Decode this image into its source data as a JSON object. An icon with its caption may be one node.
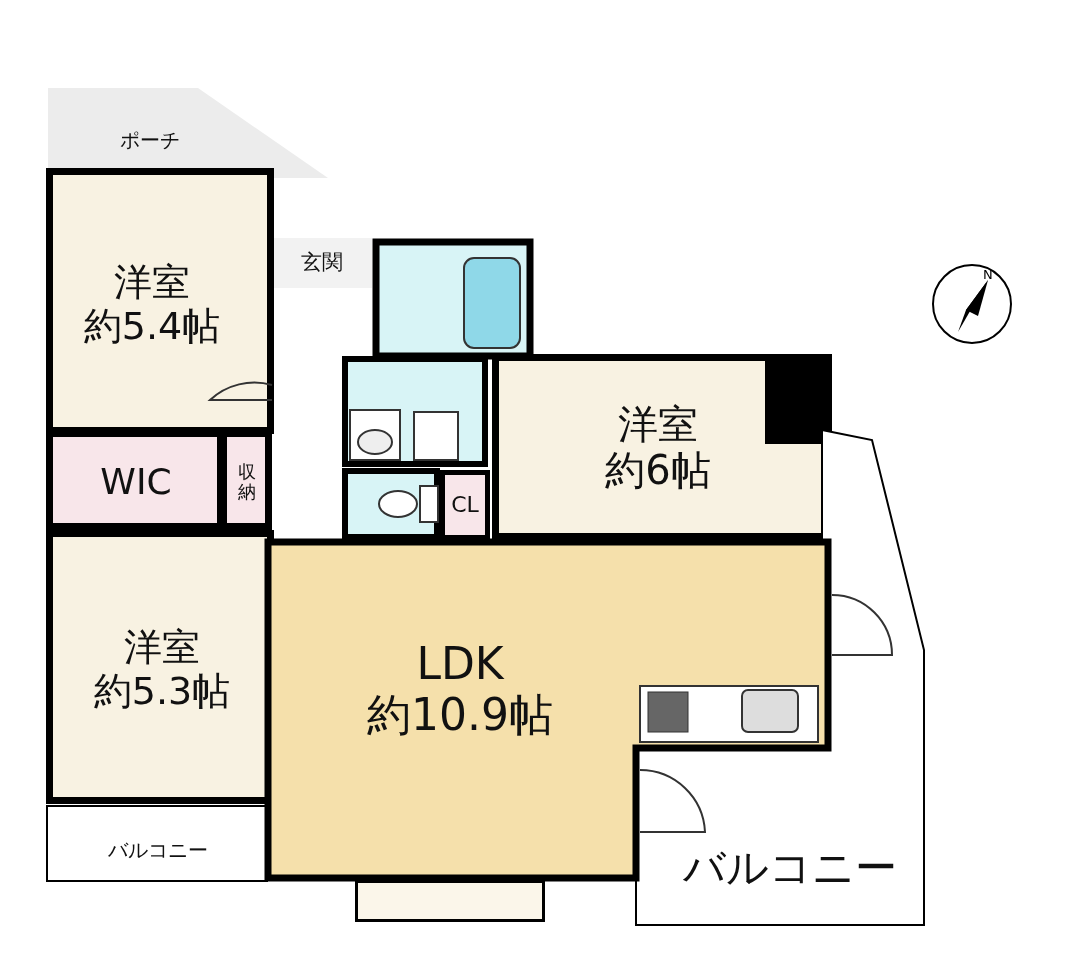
{
  "diagram": {
    "nodes": [
      {
        "text": [
          "ポーチ"
        ]
      },
      {
        "text": [
          "玄関"
        ]
      },
      {
        "text": [
          "洋室",
          "約5.4帖"
        ]
      },
      {
        "text": [
          "WIC"
        ]
      },
      {
        "text": [
          "収納"
        ]
      },
      {
        "text": [
          "洋室",
          "約6帖"
        ]
      },
      {
        "text": [
          "CL"
        ]
      },
      {
        "text": [
          "洋室",
          "約5.3帖"
        ]
      },
      {
        "text": [
          "LDK",
          "約10.9帖"
        ]
      },
      {
        "text": [
          "バルコニー"
        ]
      },
      {
        "text": [
          "バルコニー"
        ]
      },
      {
        "text": [],
        "shape": "box",
        "in": 5
      },
      {
        "text": [],
        "shape": "box"
      }
    ],
    "labels": [
      "N"
    ]
  }
}
